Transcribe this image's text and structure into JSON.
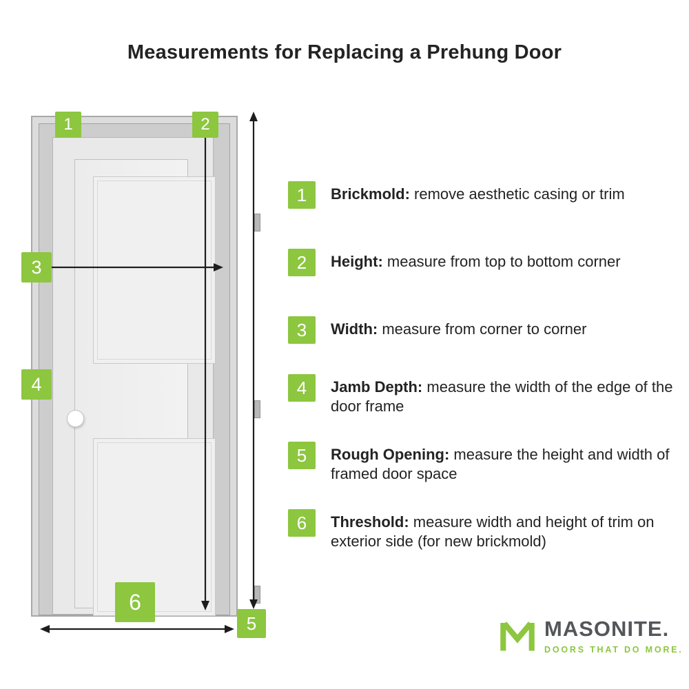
{
  "title": "Measurements for Replacing a Prehung Door",
  "colors": {
    "accent_green": "#8DC63F",
    "text_dark": "#232323",
    "brand_gray": "#55565A"
  },
  "diagram": {
    "badges": {
      "brickmold": "1",
      "height": "2",
      "width": "3",
      "jamb_depth": "4",
      "rough_opening": "5",
      "threshold": "6"
    }
  },
  "legend": [
    {
      "num": "1",
      "label": "Brickmold:",
      "desc": " remove aesthetic casing or trim"
    },
    {
      "num": "2",
      "label": "Height:",
      "desc": " measure from top to bottom corner"
    },
    {
      "num": "3",
      "label": "Width:",
      "desc": " measure from corner to corner"
    },
    {
      "num": "4",
      "label": "Jamb Depth:",
      "desc": " measure the width of the edge of the door frame"
    },
    {
      "num": "5",
      "label": "Rough Opening:",
      "desc": " measure the height and width of framed door space"
    },
    {
      "num": "6",
      "label": "Threshold:",
      "desc": " measure width and height of trim on exterior side (for new brickmold)"
    }
  ],
  "logo": {
    "brand": "MASONITE.",
    "tagline": "DOORS THAT DO MORE."
  }
}
